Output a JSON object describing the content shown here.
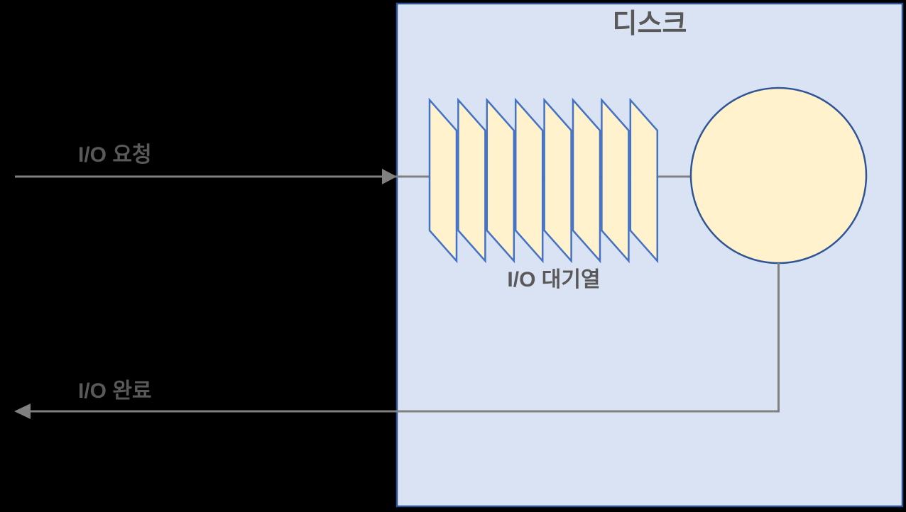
{
  "diagram": {
    "background_color": "#000000",
    "disk_box": {
      "label": "디스크",
      "fill": "#DAE3F3",
      "stroke": "#2E5394"
    },
    "io_queue": {
      "label": "I/O 대기열",
      "item_count": 8,
      "item_fill": "#FFF2CC",
      "item_stroke": "#4472C4"
    },
    "disk_platter": {
      "fill": "#FFF2CC",
      "stroke": "#2F5597"
    },
    "arrows": {
      "request_label": "I/O 요청",
      "complete_label": "I/O 완료",
      "color": "#808080"
    },
    "text_color": "#595959"
  }
}
